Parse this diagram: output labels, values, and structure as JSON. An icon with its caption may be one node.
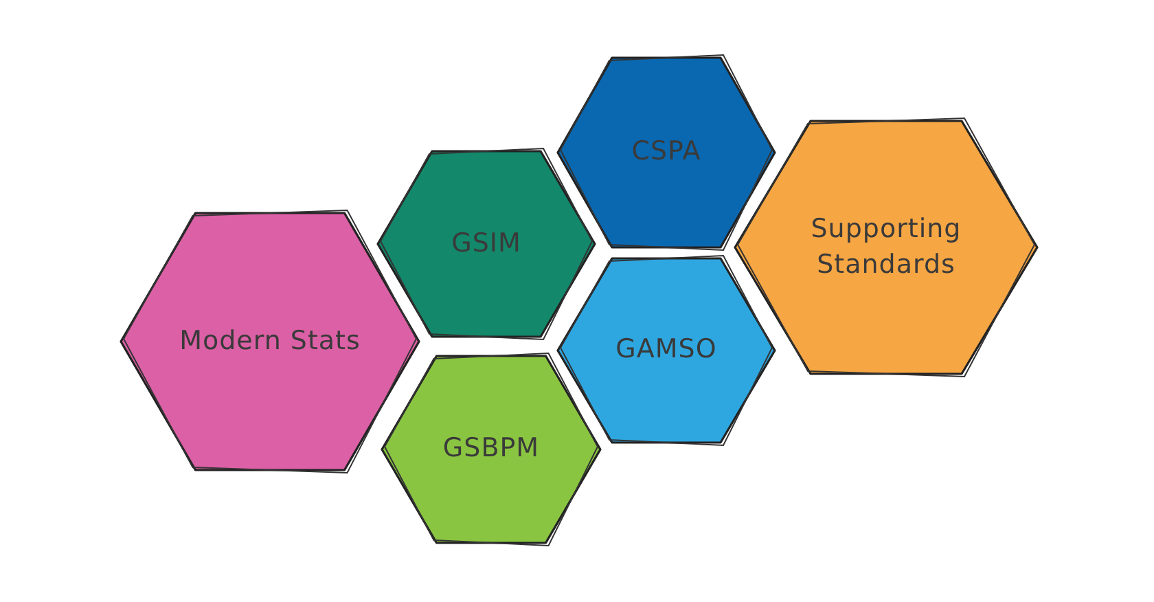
{
  "diagram": {
    "nodes": [
      {
        "text": [
          "Modern Stats"
        ]
      },
      {
        "text": [
          "GSIM"
        ]
      },
      {
        "text": [
          "GSBPM"
        ]
      },
      {
        "text": [
          "CSPA"
        ]
      },
      {
        "text": [
          "GAMSO"
        ]
      },
      {
        "text": [
          "Supporting Standards"
        ]
      }
    ]
  }
}
